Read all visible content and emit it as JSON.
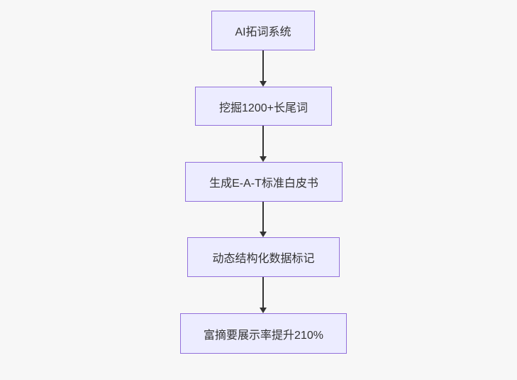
{
  "flowchart": {
    "type": "flowchart",
    "direction": "top-down",
    "background_color": "#f7f7f7",
    "node_fill_color": "#ececff",
    "node_border_color": "#9370db",
    "arrow_color": "#333333",
    "text_color": "#333333",
    "nodes": [
      {
        "id": "n1",
        "label": "AI拓词系统"
      },
      {
        "id": "n2",
        "label": "挖掘1200+长尾词"
      },
      {
        "id": "n3",
        "label": "生成E-A-T标准白皮书"
      },
      {
        "id": "n4",
        "label": "动态结构化数据标记"
      },
      {
        "id": "n5",
        "label": "富摘要展示率提升210%"
      }
    ],
    "edges": [
      {
        "from": "n1",
        "to": "n2",
        "style": "arrow-down"
      },
      {
        "from": "n2",
        "to": "n3",
        "style": "arrow-down"
      },
      {
        "from": "n3",
        "to": "n4",
        "style": "arrow-down"
      },
      {
        "from": "n4",
        "to": "n5",
        "style": "arrow-down"
      }
    ]
  }
}
